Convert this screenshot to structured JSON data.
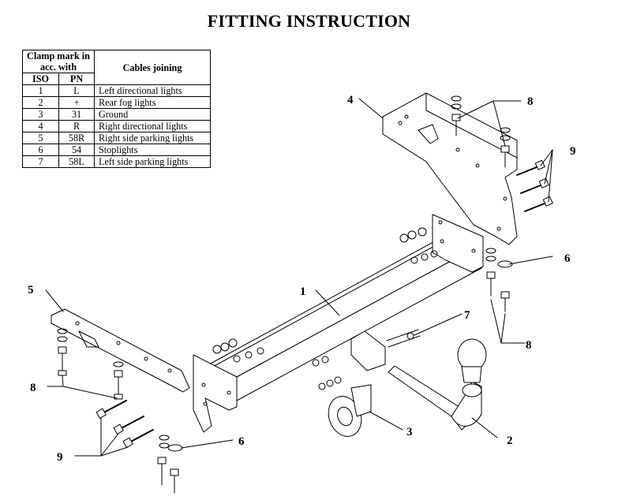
{
  "title": "FITTING INSTRUCTION",
  "table": {
    "header": {
      "clamp_mark": "Clamp mark in acc. with",
      "iso": "ISO",
      "pn": "PN",
      "cables_joining": "Cables joining"
    },
    "rows": [
      {
        "iso": "1",
        "pn": "L",
        "desc": "Left directional lights"
      },
      {
        "iso": "2",
        "pn": "+",
        "desc": "Rear fog lights"
      },
      {
        "iso": "3",
        "pn": "31",
        "desc": "Ground"
      },
      {
        "iso": "4",
        "pn": "R",
        "desc": "Right directional lights"
      },
      {
        "iso": "5",
        "pn": "58R",
        "desc": "Right side parking lights"
      },
      {
        "iso": "6",
        "pn": "54",
        "desc": "Stoplights"
      },
      {
        "iso": "7",
        "pn": "58L",
        "desc": "Left side parking lights"
      }
    ]
  },
  "callouts": {
    "c1": "1",
    "c2": "2",
    "c3": "3",
    "c4": "4",
    "c5": "5",
    "c6a": "6",
    "c6b": "6",
    "c7": "7",
    "c8a": "8",
    "c8b": "8",
    "c8c": "8",
    "c9a": "9",
    "c9b": "9"
  }
}
